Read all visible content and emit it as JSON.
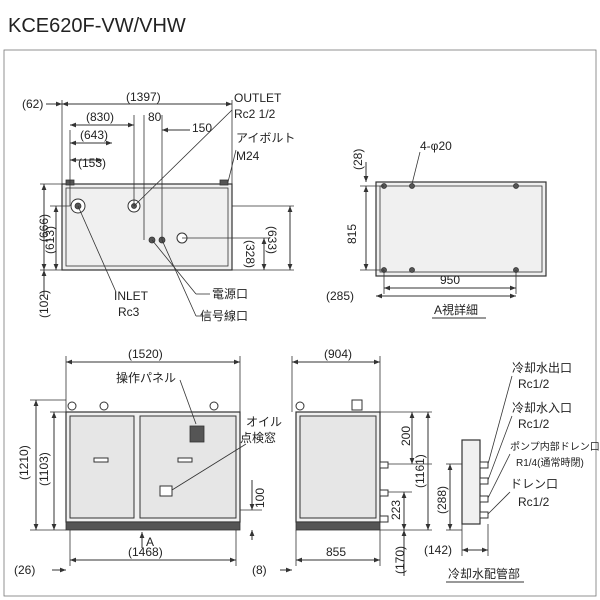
{
  "title": "KCE620F-VW/VHW",
  "top_view": {
    "dims": {
      "d62": "(62)",
      "d1397": "(1397)",
      "d830": "(830)",
      "d80": "80",
      "d643": "(643)",
      "d150": "150",
      "d153": "(153)",
      "d666": "(666)",
      "d613": "(613)",
      "d633": "(633)",
      "d328": "(328)",
      "d102": "(102)"
    },
    "labels": {
      "outlet_1": "OUTLET",
      "outlet_2": "Rc2 1/2",
      "eyebolt_1": "アイボルト",
      "eyebolt_2": "M24",
      "inlet_1": "INLET",
      "inlet_2": "Rc3",
      "power_port": "電源口",
      "signal_port": "信号線口"
    }
  },
  "a_view": {
    "dims": {
      "d28": "(28)",
      "d4phi20": "4-φ20",
      "d815": "815",
      "d950": "950",
      "d285": "(285)"
    },
    "caption": "A視詳細"
  },
  "front_view": {
    "dims": {
      "d1520": "(1520)",
      "d1210": "(1210)",
      "d1103": "(1103)",
      "d100": "100",
      "d26": "(26)",
      "d1468": "(1468)",
      "arrow_a": "A"
    },
    "labels": {
      "control_panel": "操作パネル",
      "oil_1": "オイル",
      "oil_2": "点検窓"
    }
  },
  "side_view": {
    "dims": {
      "d904": "(904)",
      "d200": "200",
      "d1161": "(1161)",
      "d223": "223",
      "d8": "(8)",
      "d855": "855",
      "d170": "(170)"
    }
  },
  "cooling_detail": {
    "dims": {
      "d288": "(288)",
      "d142": "(142)"
    },
    "labels": {
      "outlet_1": "冷却水出口",
      "outlet_2": "Rc1/2",
      "inlet_1": "冷却水入口",
      "inlet_2": "Rc1/2",
      "pump_drain_1": "ポンプ内部ドレン口",
      "pump_drain_2": "R1/4(通常時閉)",
      "drain_1": "ドレン口",
      "drain_2": "Rc1/2"
    },
    "caption": "冷却水配管部"
  }
}
